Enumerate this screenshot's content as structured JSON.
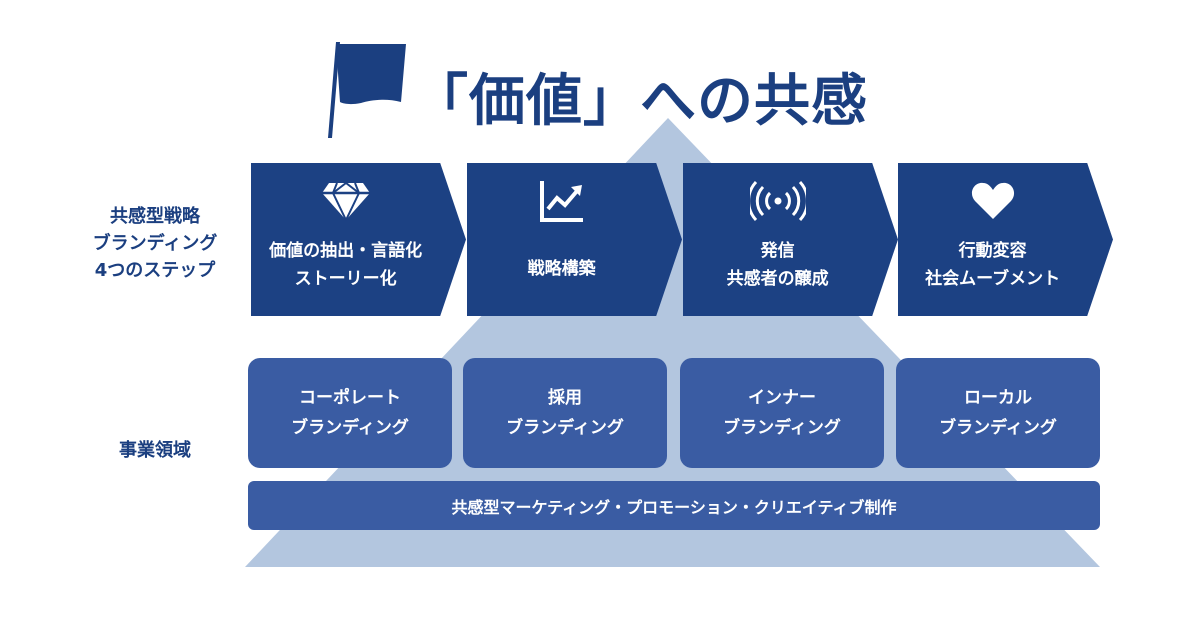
{
  "title": "「価値」への共感",
  "colors": {
    "navy": "#1c4183",
    "mid": "#3a5ca3",
    "pyramid": "#b3c6df"
  },
  "steps_label": [
    "共感型戦略",
    "ブランディング",
    "4つのステップ"
  ],
  "domain_label": "事業領域",
  "steps": [
    {
      "icon": "diamond-icon",
      "lines": [
        "価値の抽出・言語化",
        "ストーリー化"
      ]
    },
    {
      "icon": "chart-up-icon",
      "lines": [
        "戦略構築"
      ]
    },
    {
      "icon": "broadcast-icon",
      "lines": [
        "発信",
        "共感者の醸成"
      ]
    },
    {
      "icon": "heart-icon",
      "lines": [
        "行動変容",
        "社会ムーブメント"
      ]
    }
  ],
  "domains": [
    {
      "lines": [
        "コーポレート",
        "ブランディング"
      ]
    },
    {
      "lines": [
        "採用",
        "ブランディング"
      ]
    },
    {
      "lines": [
        "インナー",
        "ブランディング"
      ]
    },
    {
      "lines": [
        "ローカル",
        "ブランディング"
      ]
    }
  ],
  "base_bar": "共感型マーケティング・プロモーション・クリエイティブ制作"
}
